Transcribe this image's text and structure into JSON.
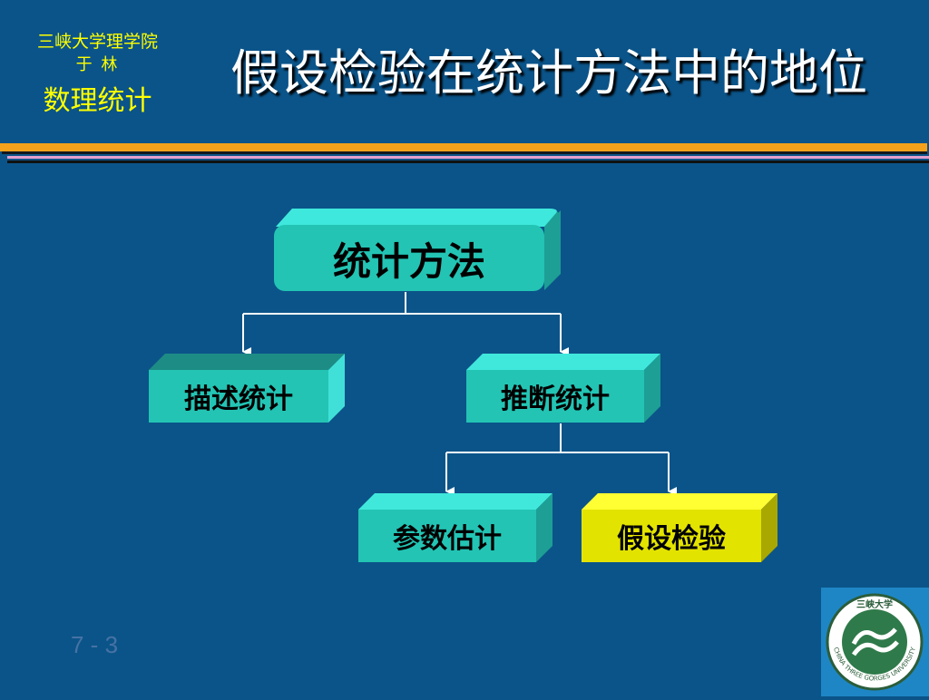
{
  "header": {
    "institution": "三峡大学理学院",
    "author": "于 林",
    "course": "数理统计"
  },
  "title": "假设检验在统计方法中的地位",
  "diagram": {
    "root": "统计方法",
    "level2": [
      "描述统计",
      "推断统计"
    ],
    "level3": [
      "参数估计",
      "假设检验"
    ]
  },
  "page_number": "7 - 3",
  "logo": {
    "text_top": "三峡大学",
    "text_ring": "CHINA THREE GORGES UNIVERSITY"
  },
  "colors": {
    "background": "#0b5489",
    "header_text": "#ffff00",
    "box_face": "#23c4b4",
    "box_top": "#3fe8dc",
    "box_highlight_face": "#e3e300",
    "box_highlight_top": "#ffff33"
  }
}
